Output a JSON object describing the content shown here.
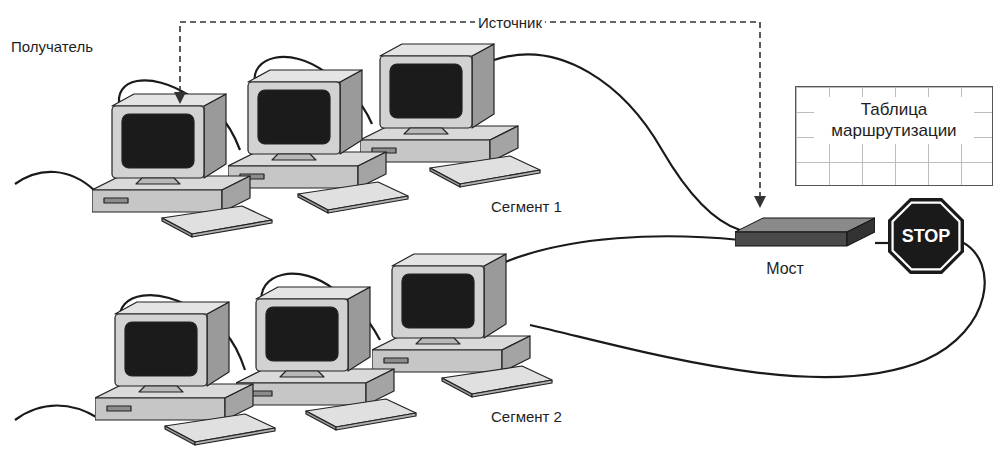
{
  "diagram": {
    "nodes": [
      {
        "text": [
          "Таблица маршрутизации"
        ]
      },
      {
        "text": [
          "Мост"
        ]
      },
      {
        "text": [
          "STOP"
        ]
      }
    ],
    "edges": [
      {
        "from": 1,
        "to": 2,
        "arrow": "none"
      }
    ],
    "labels": [
      "Источник",
      "Получатель",
      "Сегмент 1",
      "Сегмент 2"
    ]
  }
}
